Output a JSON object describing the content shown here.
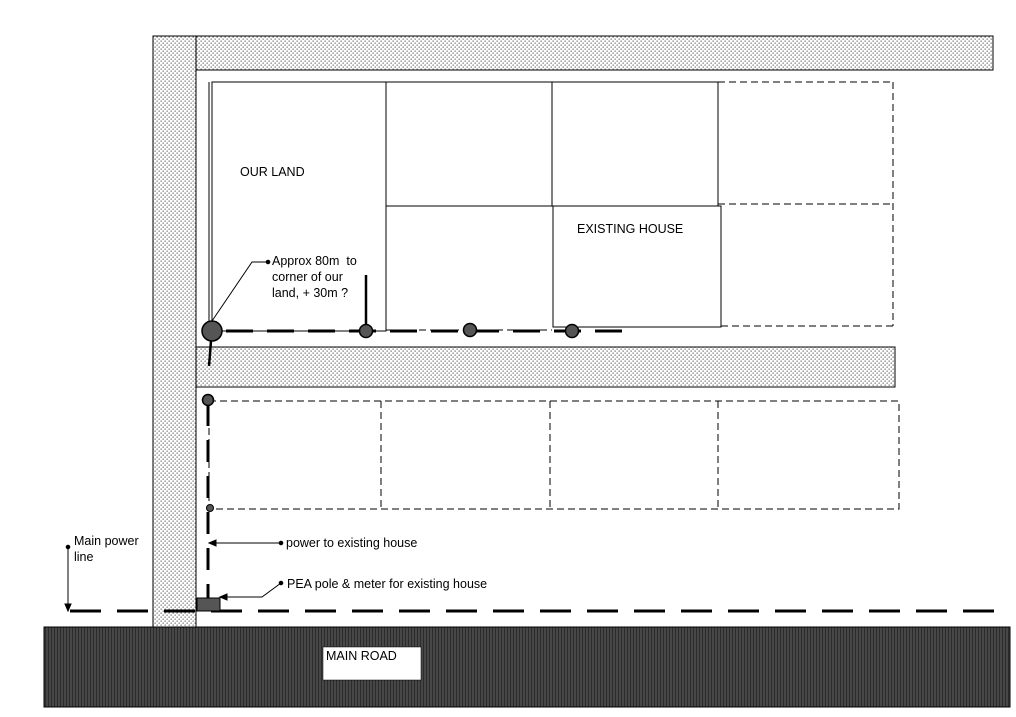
{
  "labels": {
    "our_land": "OUR LAND",
    "existing_house": "EXISTING HOUSE",
    "note_line1": "Approx 80m  to",
    "note_line2": "corner of our",
    "note_line3": "land, + 30m ?",
    "main_power_line1": "Main power",
    "main_power_line2": "line",
    "power_to_house": "power to existing house",
    "pea_pole": "PEA pole & meter for existing house",
    "main_road": "MAIN ROAD"
  },
  "colors": {
    "line": "#000000",
    "pole_fill": "#555555",
    "meter_fill": "#555555",
    "road_fill": "#474747",
    "road_stripe": "#2b2b2b",
    "lane_dot": "#777777"
  }
}
